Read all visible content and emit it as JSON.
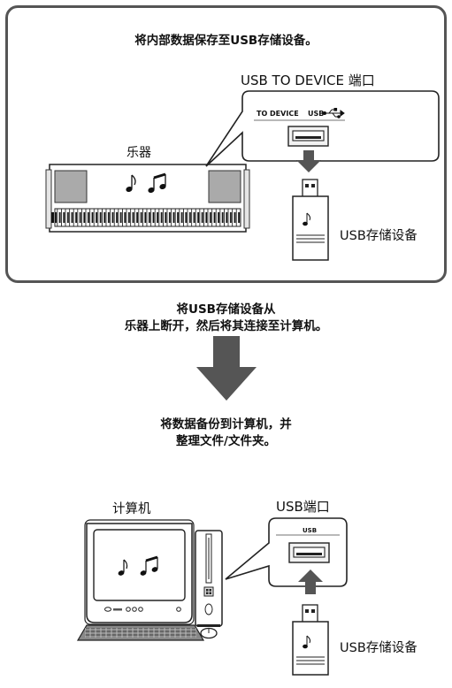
{
  "top_panel": {
    "title": "将内部数据保存至USB存储设备。",
    "port_label": "USB TO DEVICE 端口",
    "port_text_left": "TO DEVICE",
    "port_text_right": "USB",
    "instrument_label": "乐器",
    "storage_label": "USB存储设备"
  },
  "middle_instruction": {
    "line1": "将USB存储设备从",
    "line2": "乐器上断开，然后将其连接至计算机。"
  },
  "bottom_panel": {
    "title_line1": "将数据备份到计算机，并",
    "title_line2": "整理文件/文件夹。",
    "computer_label": "计算机",
    "port_label": "USB端口",
    "port_text": "USB",
    "storage_label": "USB存储设备"
  }
}
